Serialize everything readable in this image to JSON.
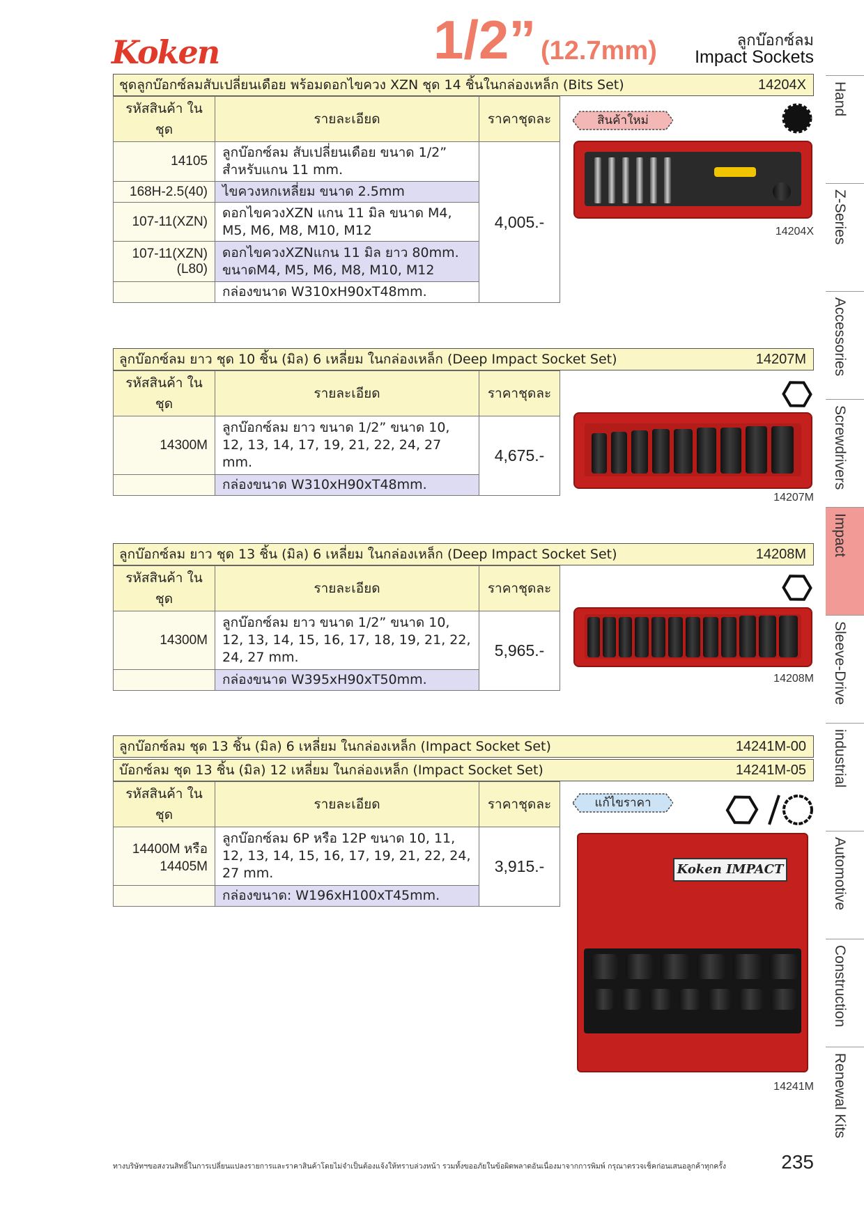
{
  "header": {
    "brand": "Koken",
    "size_main": "1/2”",
    "size_mm": "(12.7mm)",
    "category_th": "ลูกบ๊อกซ์ลม",
    "category_en": "Impact Sockets"
  },
  "table_headers": {
    "code": "รหัสสินค้า ในชุด",
    "detail": "รายละเอียด",
    "price": "ราคาชุดละ"
  },
  "sections": [
    {
      "title": "ชุดลูกบ๊อกซ์ลมสับเปลี่ยนเดือย พร้อมดอกไขควง XZN ชุด 14 ชิ้นในกล่องเหล็ก (Bits Set)",
      "code": "14204X",
      "price": "4,005.-",
      "badge": "สินค้าใหม่",
      "image_caption": "14204X",
      "rows": [
        {
          "code": "14105",
          "detail": "ลูกบ๊อกซ์ลม สับเปลี่ยนเดือย ขนาด 1/2” สำหรับแกน 11 mm."
        },
        {
          "code": "168H-2.5(40)",
          "detail": "ไขควงหกเหลี่ยม ขนาด 2.5mm"
        },
        {
          "code": "107-11(XZN)",
          "detail": "ดอกไขควงXZN แกน 11 มิล ขนาด M4, M5, M6, M8, M10, M12"
        },
        {
          "code": "107-11(XZN) (L80)",
          "detail": "ดอกไขควงXZNแกน 11 มิล ยาว 80mm. ขนาดM4, M5, M6, M8, M10, M12"
        },
        {
          "code": "",
          "detail": "กล่องขนาด W310xH90xT48mm."
        }
      ]
    },
    {
      "title": "ลูกบ๊อกซ์ลม ยาว ชุด 10 ชิ้น (มิล) 6 เหลี่ยม ในกล่องเหล็ก (Deep Impact Socket Set)",
      "code": "14207M",
      "price": "4,675.-",
      "image_caption": "14207M",
      "rows": [
        {
          "code": "14300M",
          "detail": "ลูกบ๊อกซ์ลม ยาว ขนาด 1/2” ขนาด 10, 12, 13, 14, 17, 19, 21, 22, 24, 27 mm."
        },
        {
          "code": "",
          "detail": "กล่องขนาด W310xH90xT48mm."
        }
      ]
    },
    {
      "title": "ลูกบ๊อกซ์ลม ยาว ชุด 13 ชิ้น (มิล) 6 เหลี่ยม ในกล่องเหล็ก (Deep Impact Socket Set)",
      "code": "14208M",
      "price": "5,965.-",
      "image_caption": "14208M",
      "rows": [
        {
          "code": "14300M",
          "detail": "ลูกบ๊อกซ์ลม ยาว ขนาด 1/2” ขนาด 10, 12, 13, 14, 15, 16, 17, 18, 19, 21, 22, 24, 27 mm."
        },
        {
          "code": "",
          "detail": "กล่องขนาด W395xH90xT50mm."
        }
      ]
    },
    {
      "title": "ลูกบ๊อกซ์ลม ชุด 13 ชิ้น (มิล) 6 เหลี่ยม ในกล่องเหล็ก (Impact Socket Set)",
      "code": "14241M-00",
      "title2": "บ๊อกซ์ลม ชุด 13 ชิ้น (มิล) 12 เหลี่ยม ในกล่องเหล็ก (Impact Socket Set)",
      "code2": "14241M-05",
      "price": "3,915.-",
      "badge": "แก้ไขราคา",
      "image_caption": "14241M",
      "box_label": "Koken IMPACT",
      "rows": [
        {
          "code": "14400M หรือ 14405M",
          "detail": "ลูกบ๊อกซ์ลม 6P หรือ 12P ขนาด 10, 11, 12, 13, 14, 15, 16, 17, 19, 21, 22, 24, 27 mm."
        },
        {
          "code": "",
          "detail": "กล่องขนาด: W196xH100xT45mm."
        }
      ]
    }
  ],
  "side_tabs": [
    "Hand",
    "Z-Series",
    "Accessories",
    "Screwdrivers",
    "Impact",
    "Sleeve-Drive",
    "industrial",
    "Automotive",
    "Construction",
    "Renewal Kits"
  ],
  "active_tab": "Impact",
  "footer": {
    "note": "ทางบริษัทฯขอสงวนสิทธิ์ในการเปลี่ยนแปลงรายการและราคาสินค้าโดยไม่จำเป็นต้องแจ้งให้ทราบล่วงหน้า รวมทั้งขออภัยในข้อผิดพลาดอันเนื่องมาจากการพิมพ์ กรุณาตรวจเช็คก่อนเสนอลูกค้าทุกครั้ง",
    "page": "235"
  }
}
